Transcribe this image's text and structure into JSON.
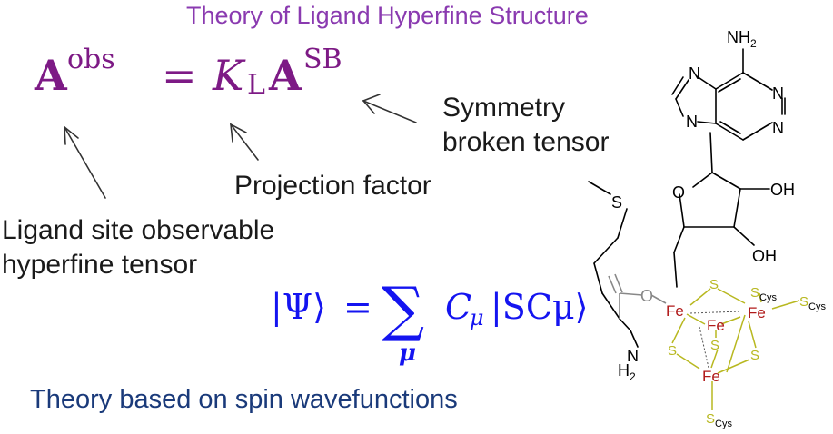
{
  "title": "Theory of Ligand Hyperfine Structure",
  "equation_main": {
    "lhs_symbol": "A",
    "lhs_superscript": "obs",
    "equals": "=",
    "factor_symbol": "K",
    "factor_subscript": "L",
    "rhs_symbol": "A",
    "rhs_superscript": "SB"
  },
  "annotations": {
    "symmetry_line1": "Symmetry",
    "symmetry_line2": "broken tensor",
    "projection": "Projection factor",
    "ligand_line1": "Ligand site observable",
    "ligand_line2": "hyperfine tensor"
  },
  "equation_psi": {
    "lhs": "|Ψ⟩",
    "equals": "=",
    "sum": "∑",
    "sum_index": "μ",
    "coef": "C",
    "coef_sub": "μ",
    "ket": "|SCμ⟩"
  },
  "footer": "Theory based on spin wavefunctions",
  "colors": {
    "title": "#8a3ab0",
    "equation_main": "#7d1a85",
    "equation_psi": "#1414f0",
    "footer": "#1a3a7a",
    "iron": "#b01a1a",
    "sulfur": "#b8b820",
    "bond": "#000000",
    "carbonyl": "#888888"
  },
  "molecule": {
    "nh2_N": "NH",
    "nh2_sub": "2",
    "ring_N": "N",
    "oxygen": "O",
    "oh": "OH",
    "sulfur": "S",
    "iron": "Fe",
    "amine_H": "H",
    "amine_sub": "2",
    "cys_S": "S",
    "cys_sub": "Cys"
  }
}
